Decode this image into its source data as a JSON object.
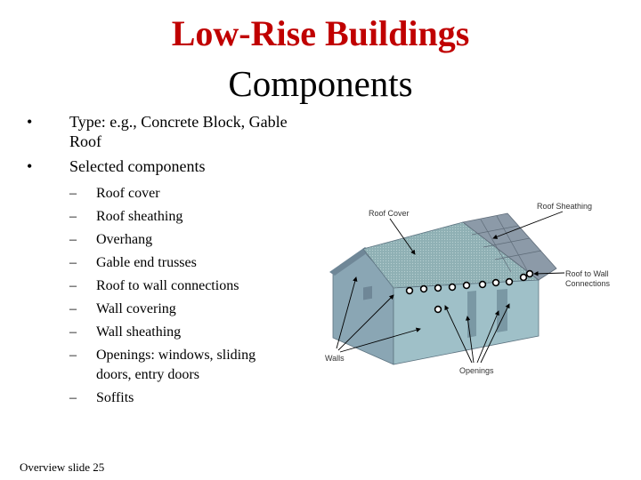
{
  "slide": {
    "title_line1": "Low-Rise Buildings",
    "title_line2": "Components",
    "bullets": [
      "Type: e.g., Concrete Block, Gable Roof",
      "Selected components"
    ],
    "sub_items": [
      "Roof cover",
      "Roof sheathing",
      "Overhang",
      "Gable end trusses",
      "Roof to wall connections",
      "Wall covering",
      "Wall sheathing",
      "Openings: windows, sliding doors, entry doors",
      "Soffits"
    ],
    "footer": "Overview slide 25"
  },
  "diagram": {
    "labels": {
      "roof_cover": "Roof Cover",
      "roof_sheathing": "Roof Sheathing",
      "roof_to_wall_1": "Roof to Wall",
      "roof_to_wall_2": "Connections",
      "walls": "Walls",
      "openings": "Openings"
    },
    "colors": {
      "wall_front": "#9fc0c8",
      "wall_side": "#8aa6b4",
      "roof_front": "#86a6ad",
      "roof_side": "#7890a2",
      "sheathing": "#8c9aa8",
      "connector": "#000000"
    }
  }
}
